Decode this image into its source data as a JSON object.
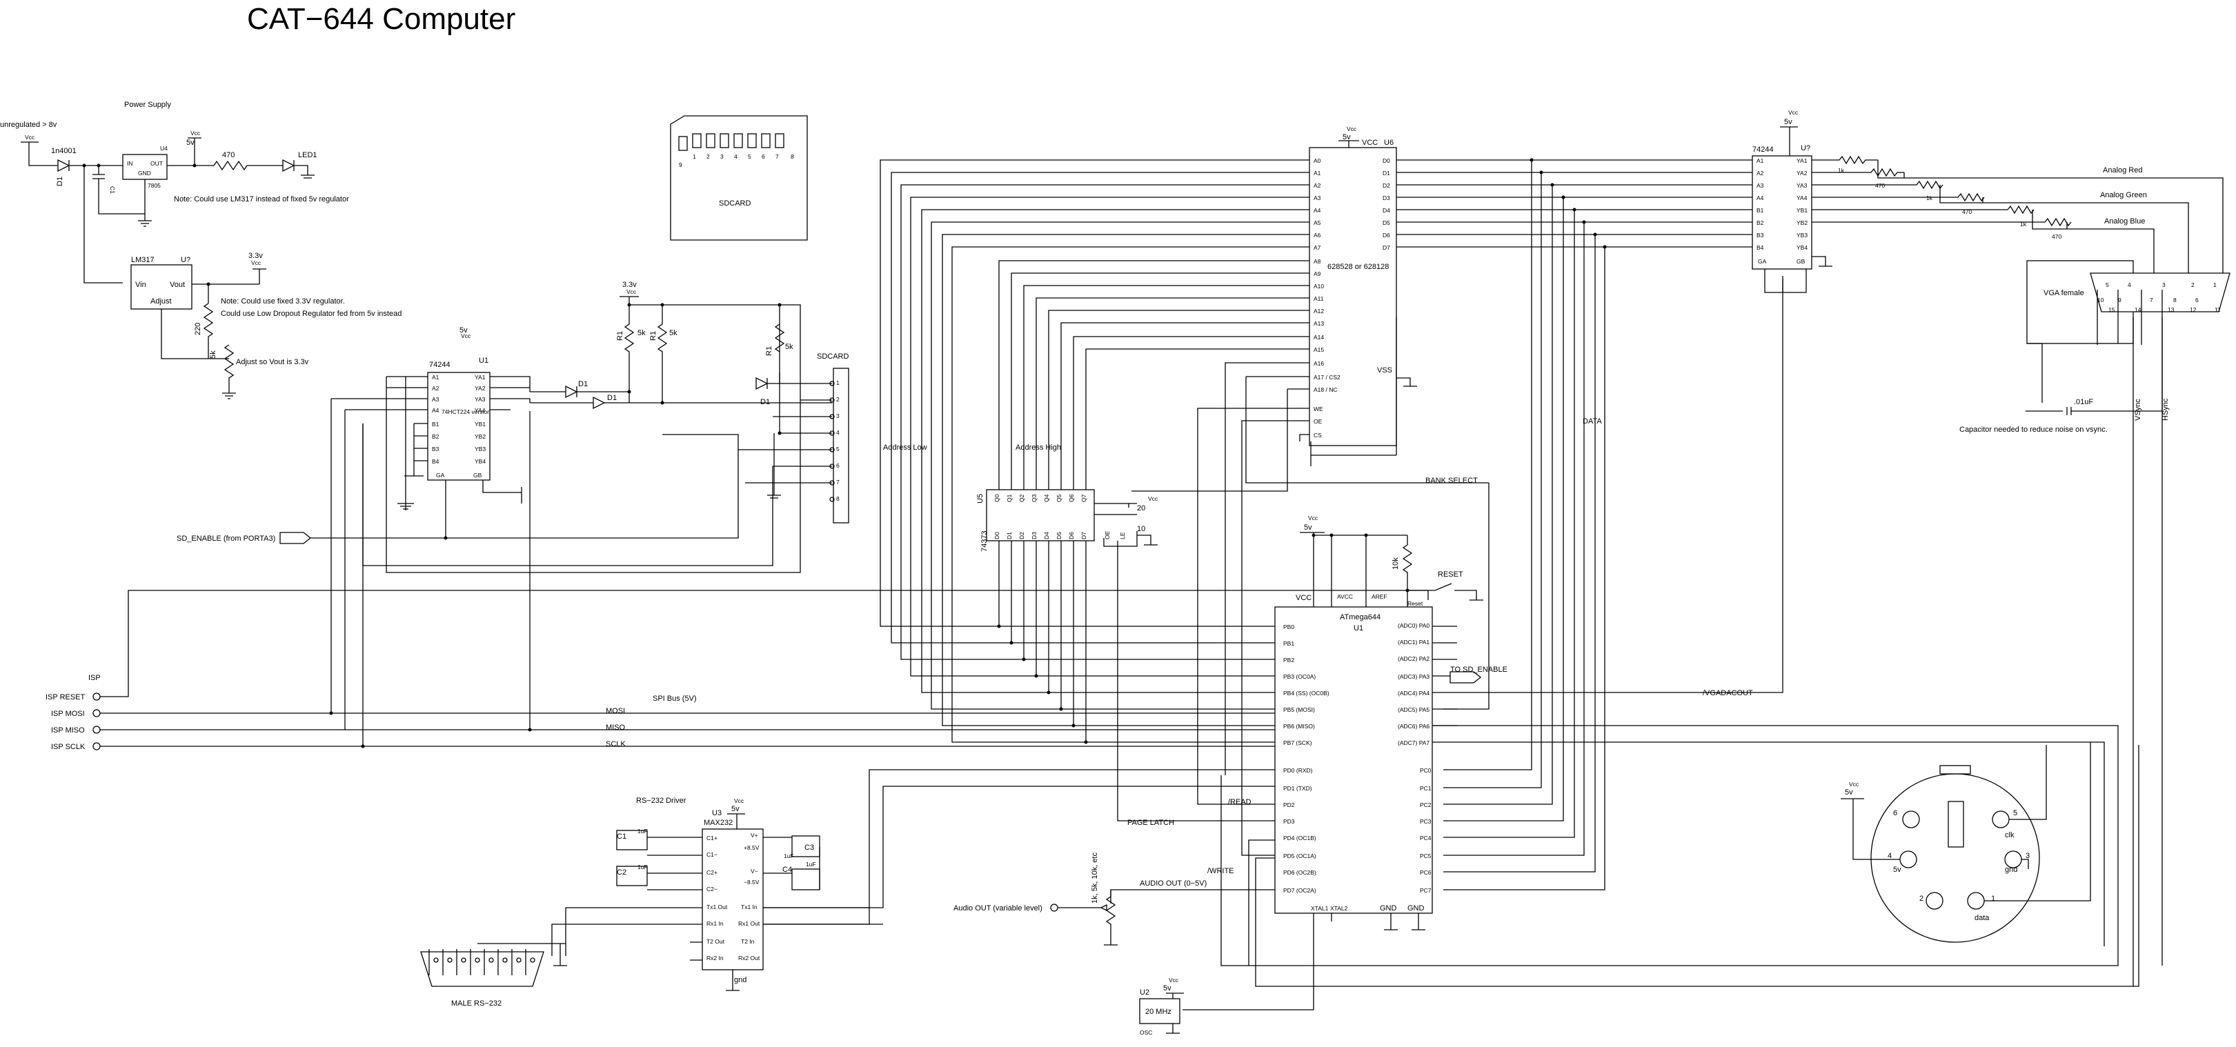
{
  "title": "CAT−644 Computer",
  "power": {
    "section": "Power Supply",
    "unreg": "unregulated > 8v",
    "diode": "1n4001",
    "d1": "D1",
    "c1": "C1",
    "u4": "U4",
    "in": "IN",
    "out": "OUT",
    "gnd": "GND",
    "ic": "7805",
    "r470": "470",
    "led": "LED1",
    "v5": "5v",
    "vcc": "Vcc",
    "note": "Note: Could use LM317 instead of fixed 5v regulator",
    "lm317": "LM317",
    "u7": "U?",
    "vin": "Vin",
    "vout": "Vout",
    "adjust": "Adjust",
    "v33": "3.3v",
    "r220": "220",
    "r5k": "5k",
    "note2a": "Note:  Could use fixed 3.3V regulator.",
    "note2b": "Could use Low Dropout Regulator fed from 5v instead",
    "adjnote": "Adjust so Vout is 3.3v"
  },
  "sdcard": {
    "label": "SDCARD",
    "connector": "SDCARD",
    "pins": [
      "9",
      "1",
      "2",
      "3",
      "4",
      "5",
      "6",
      "7",
      "8"
    ],
    "r1": "R1",
    "r5k": "5k",
    "d1": "D1",
    "v33": "3.3v",
    "vcc": "Vcc"
  },
  "u1buf": {
    "name": "74244",
    "ref": "U1",
    "variant": "74HCT224 version",
    "left": [
      "A1",
      "A2",
      "A3",
      "A4",
      "B1",
      "B2",
      "B3",
      "B4"
    ],
    "right": [
      "YA1",
      "YA2",
      "YA3",
      "YA4",
      "YB1",
      "YB2",
      "YB3",
      "YB4"
    ],
    "ga": "GA",
    "gb": "GB"
  },
  "sd_enable": "SD_ENABLE (from PORTA3)",
  "isp": {
    "title": "ISP",
    "reset": "ISP RESET",
    "mosi": "ISP MOSI",
    "miso": "ISP MISO",
    "sclk": "ISP SCLK",
    "bus": "SPI Bus (5V)",
    "mosi_net": "MOSI",
    "miso_net": "MISO",
    "sclk_net": "SCLK"
  },
  "latch": {
    "ref": "U5",
    "name": "74373",
    "outs": [
      "Q0",
      "Q1",
      "Q2",
      "Q3",
      "Q4",
      "Q5",
      "Q6",
      "Q7"
    ],
    "ins": [
      "D0",
      "D1",
      "D2",
      "D3",
      "D4",
      "D5",
      "D6",
      "D7"
    ],
    "oe": "OE",
    "le": "LE",
    "addr_low": "Address Low",
    "addr_high": "Address High",
    "page_latch": "PAGE LATCH"
  },
  "sram": {
    "ref": "U6",
    "vcc": "VCC",
    "vss": "VSS",
    "name": "628528 or 628128",
    "addr": [
      "A0",
      "A1",
      "A2",
      "A3",
      "A4",
      "A5",
      "A6",
      "A7",
      "A8",
      "A9",
      "A10",
      "A11",
      "A12",
      "A13",
      "A14",
      "A15",
      "A16",
      "A17 / CS2",
      "A18 / NC"
    ],
    "data": [
      "D0",
      "D1",
      "D2",
      "D3",
      "D4",
      "D5",
      "D6",
      "D7"
    ],
    "ctrl": [
      "WE",
      "OE",
      "CS"
    ],
    "data_net": "DATA",
    "bank": "BANK SELECT"
  },
  "mcu": {
    "ref": "U1",
    "name": "ATmega644",
    "vcc": "VCC",
    "avcc": "AVCC",
    "aref": "AREF",
    "reset": "Reset",
    "pb": [
      "PB0",
      "PB1",
      "PB2",
      "PB3 (OC0A)",
      "PB4 (SS) (OC0B)",
      "PB5 (MOSI)",
      "PB6 (MISO)",
      "PB7 (SCK)"
    ],
    "pd": [
      "PD0 (RXD)",
      "PD1 (TXD)",
      "PD2",
      "PD3",
      "PD4 (OC1B)",
      "PD5 (OC1A)",
      "PD6 (OC2B)",
      "PD7 (OC2A)"
    ],
    "pa": [
      "(ADC0) PA0",
      "(ADC1) PA1",
      "(ADC2) PA2",
      "(ADC3) PA3",
      "(ADC4) PA4",
      "(ADC5) PA5",
      "(ADC6) PA6",
      "(ADC7) PA7"
    ],
    "pc": [
      "PC0",
      "PC1",
      "PC2",
      "PC3",
      "PC4",
      "PC5",
      "PC6",
      "PC7"
    ],
    "xtal1": "XTAL1",
    "xtal2": "XTAL2",
    "gnd": "GND",
    "reset_sw": "RESET",
    "r10k": "10k",
    "to_sd": "TO SD_ENABLE",
    "vgadacout": "/VGADACOUT",
    "read": "/READ",
    "write": "/WRITE",
    "audio_net": "AUDIO OUT (0−5V)",
    "audio": "Audio OUT (variable level)",
    "pot": "1k, 5k, 10k, etc"
  },
  "osc": {
    "ref": "U2",
    "label": "20 MHz",
    "type": "OSC"
  },
  "vga": {
    "ref": "U?",
    "name": "74244",
    "red": "Analog Red",
    "green": "Analog Green",
    "blue": "Analog Blue",
    "r1k": "1k",
    "r470": "470",
    "conn": "VGA female",
    "vsync": "VSync",
    "hsync": "HSync",
    "cap": ".01uF",
    "capnote": "Capacitor needed to reduce noise on vsync."
  },
  "rs232": {
    "title": "RS−232 Driver",
    "ref": "U3",
    "name": "MAX232",
    "pins": [
      "C1+",
      "C1−",
      "C2+",
      "C2−",
      "Tx1 Out",
      "Rx1 In",
      "T2 Out",
      "Rx2 In"
    ],
    "rpins": [
      "V+",
      "+8.5V",
      "V−",
      "−8.5V",
      "Tx1 In",
      "Rx1 Out",
      "T2 In",
      "Rx2 Out"
    ],
    "gnd": "gnd",
    "c1": "C1",
    "c2": "C2",
    "c3": "C3",
    "c4": "C4",
    "cap": "1uF",
    "db9": "MALE RS−232"
  },
  "ps2": {
    "clk": "clk",
    "gnd": "gnd",
    "data": "data",
    "v5": "5v"
  }
}
